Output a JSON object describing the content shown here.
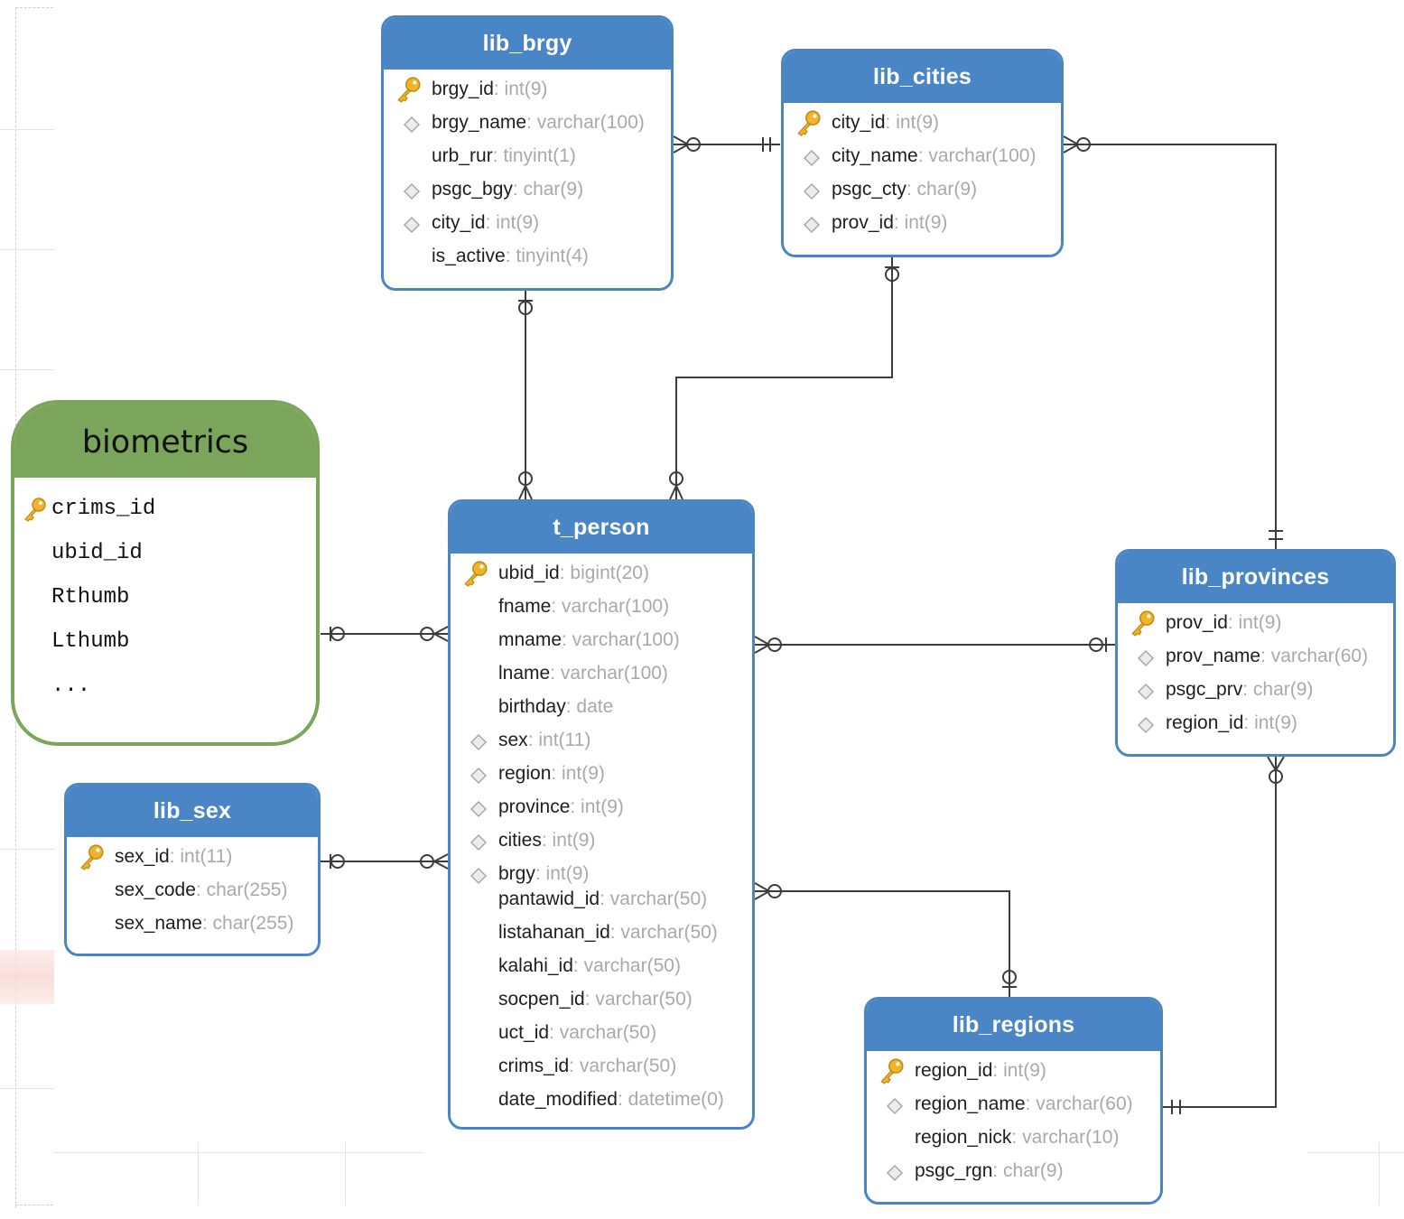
{
  "colors": {
    "entity": "#4a86c5",
    "biometrics": "#7aa55a",
    "line": "#3c3c3c",
    "type_text": "#a9a9a9",
    "key_icon": "#f0b429"
  },
  "biometrics": {
    "title": "biometrics",
    "fields": [
      {
        "name": "crims_id",
        "icon": "key-icon"
      },
      {
        "name": "ubid_id",
        "icon": ""
      },
      {
        "name": "Rthumb",
        "icon": ""
      },
      {
        "name": "Lthumb",
        "icon": ""
      },
      {
        "name": "...",
        "icon": ""
      }
    ]
  },
  "entities": {
    "lib_brgy": {
      "title": "lib_brgy",
      "fields": [
        {
          "name": "brgy_id",
          "type": ": int(9)",
          "icon": "key"
        },
        {
          "name": "brgy_name",
          "type": ": varchar(100)",
          "icon": "diamond"
        },
        {
          "name": "urb_rur",
          "type": ": tinyint(1)",
          "icon": ""
        },
        {
          "name": "psgc_bgy",
          "type": ": char(9)",
          "icon": "diamond"
        },
        {
          "name": "city_id",
          "type": ": int(9)",
          "icon": "diamond"
        },
        {
          "name": "is_active",
          "type": ": tinyint(4)",
          "icon": ""
        }
      ]
    },
    "lib_cities": {
      "title": "lib_cities",
      "fields": [
        {
          "name": "city_id",
          "type": ": int(9)",
          "icon": "key"
        },
        {
          "name": "city_name",
          "type": ": varchar(100)",
          "icon": "diamond"
        },
        {
          "name": "psgc_cty",
          "type": ": char(9)",
          "icon": "diamond"
        },
        {
          "name": "prov_id",
          "type": ": int(9)",
          "icon": "diamond"
        }
      ]
    },
    "t_person": {
      "title": "t_person",
      "fields": [
        {
          "name": "ubid_id",
          "type": ": bigint(20)",
          "icon": "key"
        },
        {
          "name": "fname",
          "type": ": varchar(100)",
          "icon": ""
        },
        {
          "name": "mname",
          "type": ": varchar(100)",
          "icon": ""
        },
        {
          "name": "lname",
          "type": ": varchar(100)",
          "icon": ""
        },
        {
          "name": "birthday",
          "type": ": date",
          "icon": ""
        },
        {
          "name": "sex",
          "type": ": int(11)",
          "icon": "diamond"
        },
        {
          "name": "region",
          "type": ": int(9)",
          "icon": "diamond"
        },
        {
          "name": "province",
          "type": ": int(9)",
          "icon": "diamond"
        },
        {
          "name": "cities",
          "type": ": int(9)",
          "icon": "diamond"
        },
        {
          "name": "brgy",
          "type": ": int(9)",
          "icon": "diamond"
        },
        {
          "name": "pantawid_id",
          "type": ": varchar(50)",
          "icon": ""
        },
        {
          "name": "listahanan_id",
          "type": ": varchar(50)",
          "icon": ""
        },
        {
          "name": "kalahi_id",
          "type": ": varchar(50)",
          "icon": ""
        },
        {
          "name": "socpen_id",
          "type": ": varchar(50)",
          "icon": ""
        },
        {
          "name": "uct_id",
          "type": ": varchar(50)",
          "icon": ""
        },
        {
          "name": "crims_id",
          "type": ": varchar(50)",
          "icon": ""
        },
        {
          "name": "date_modified",
          "type": ": datetime(0)",
          "icon": ""
        }
      ]
    },
    "lib_provinces": {
      "title": "lib_provinces",
      "fields": [
        {
          "name": "prov_id",
          "type": ": int(9)",
          "icon": "key"
        },
        {
          "name": "prov_name",
          "type": ": varchar(60)",
          "icon": "diamond"
        },
        {
          "name": "psgc_prv",
          "type": ": char(9)",
          "icon": "diamond"
        },
        {
          "name": "region_id",
          "type": ": int(9)",
          "icon": "diamond"
        }
      ]
    },
    "lib_sex": {
      "title": "lib_sex",
      "fields": [
        {
          "name": "sex_id",
          "type": ": int(11)",
          "icon": "key"
        },
        {
          "name": "sex_code",
          "type": ": char(255)",
          "icon": ""
        },
        {
          "name": "sex_name",
          "type": ": char(255)",
          "icon": ""
        }
      ]
    },
    "lib_regions": {
      "title": "lib_regions",
      "fields": [
        {
          "name": "region_id",
          "type": ": int(9)",
          "icon": "key"
        },
        {
          "name": "region_name",
          "type": ": varchar(60)",
          "icon": "diamond"
        },
        {
          "name": "region_nick",
          "type": ": varchar(10)",
          "icon": ""
        },
        {
          "name": "psgc_rgn",
          "type": ": char(9)",
          "icon": "diamond"
        }
      ]
    }
  },
  "relationships": [
    {
      "from": "lib_brgy",
      "to": "lib_cities",
      "from_end": "zero-or-many",
      "to_end": "one-and-only-one"
    },
    {
      "from": "lib_brgy",
      "to": "t_person",
      "from_end": "zero-or-one",
      "to_end": "zero-or-many"
    },
    {
      "from": "lib_cities",
      "to": "t_person",
      "from_end": "zero-or-one",
      "to_end": "zero-or-many"
    },
    {
      "from": "lib_cities",
      "to": "lib_provinces",
      "from_end": "zero-or-many",
      "to_end": "one-and-only-one"
    },
    {
      "from": "t_person",
      "to": "lib_provinces",
      "from_end": "zero-or-many",
      "to_end": "zero-or-one"
    },
    {
      "from": "t_person",
      "to": "lib_regions",
      "from_end": "zero-or-many",
      "to_end": "zero-or-one"
    },
    {
      "from": "lib_provinces",
      "to": "lib_regions",
      "from_end": "zero-or-many",
      "to_end": "one-and-only-one"
    },
    {
      "from": "biometrics",
      "to": "t_person",
      "from_end": "zero-or-one",
      "to_end": "zero-or-many"
    },
    {
      "from": "lib_sex",
      "to": "t_person",
      "from_end": "zero-or-one",
      "to_end": "zero-or-many"
    }
  ]
}
